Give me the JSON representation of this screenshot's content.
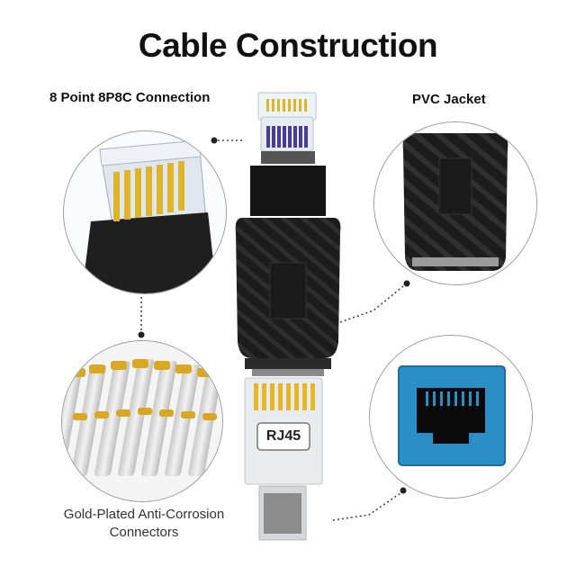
{
  "page": {
    "title": "Cable Construction"
  },
  "callouts": {
    "connection_label": "8 Point 8P8C Connection",
    "jacket_label": "PVC Jacket",
    "gold_caption_line1": "Gold-Plated Anti-Corrosion",
    "gold_caption_line2": "Connectors",
    "plug_label": "RJ45"
  },
  "icons": [
    "rj45-plug-icon",
    "ethernet-port-icon",
    "gold-pins-icon",
    "pvc-jacket-icon",
    "adapter-icon"
  ],
  "colors": {
    "port_blue": "#2a8fc6",
    "gold": "#e0b42a",
    "jacket": "#1c1c1c"
  }
}
